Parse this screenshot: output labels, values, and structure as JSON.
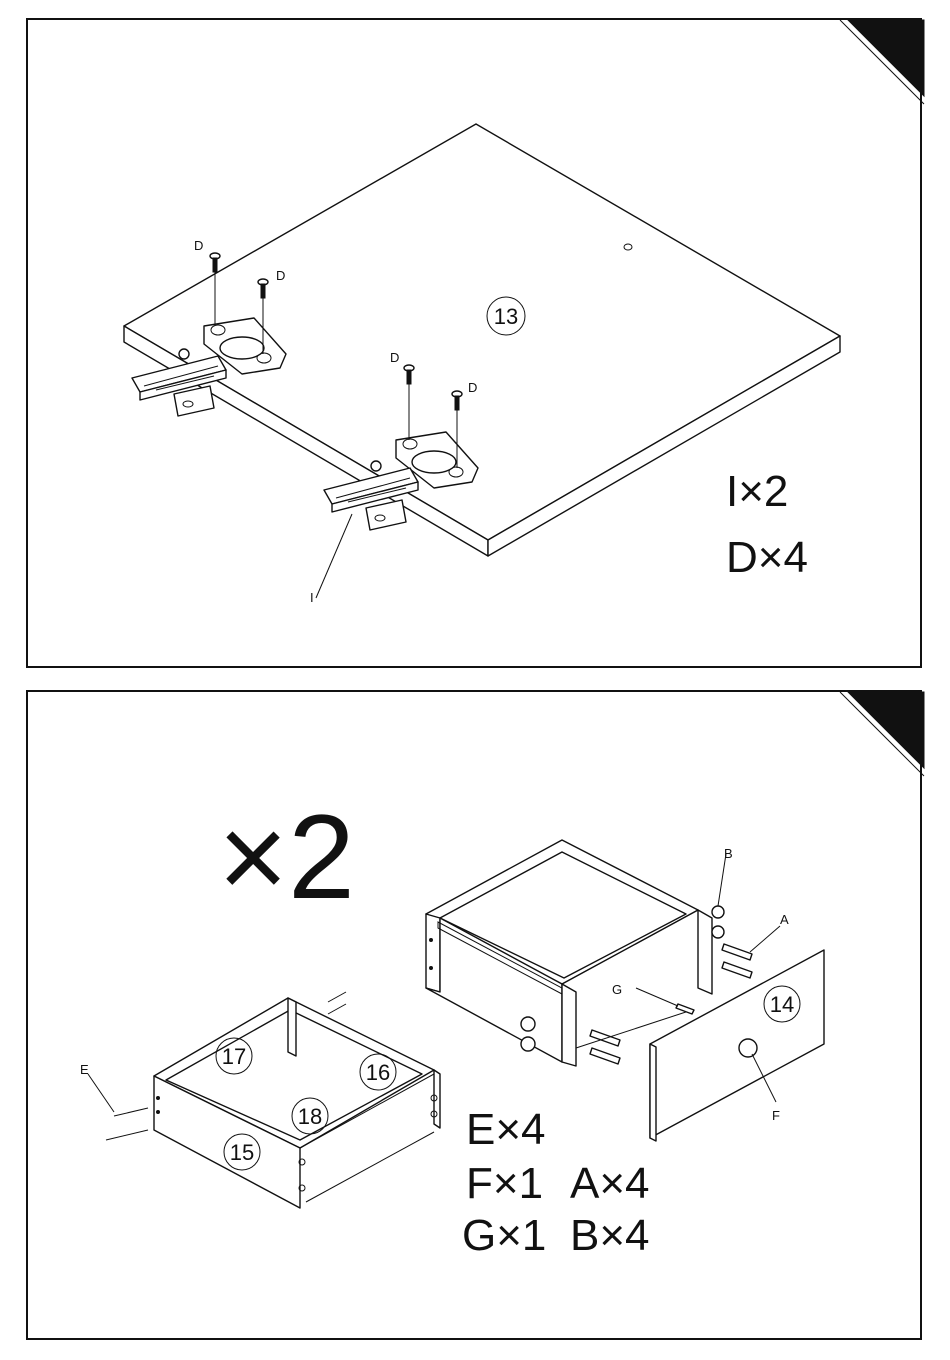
{
  "step1": {
    "panel_label": "13",
    "hardware_label": "I",
    "screw_label": "D",
    "qty_lines": [
      "I×2",
      "D×4"
    ]
  },
  "step2": {
    "multiplier": "×2",
    "part_labels": {
      "p14": "14",
      "p15": "15",
      "p16": "16",
      "p17": "17",
      "p18": "18"
    },
    "fastener_labels": {
      "a": "A",
      "b": "B",
      "e": "E",
      "f": "F",
      "g": "G"
    },
    "qty_col1": [
      "E×4",
      "F×1",
      "G×1"
    ],
    "qty_col2": [
      "A×4",
      "B×4"
    ]
  },
  "colors": {
    "ink": "#111111",
    "paper": "#ffffff"
  },
  "icons": [
    "corner-flag-icon",
    "screw-icon",
    "hinge-icon",
    "dowel-icon",
    "cam-lock-icon",
    "knob-icon"
  ]
}
